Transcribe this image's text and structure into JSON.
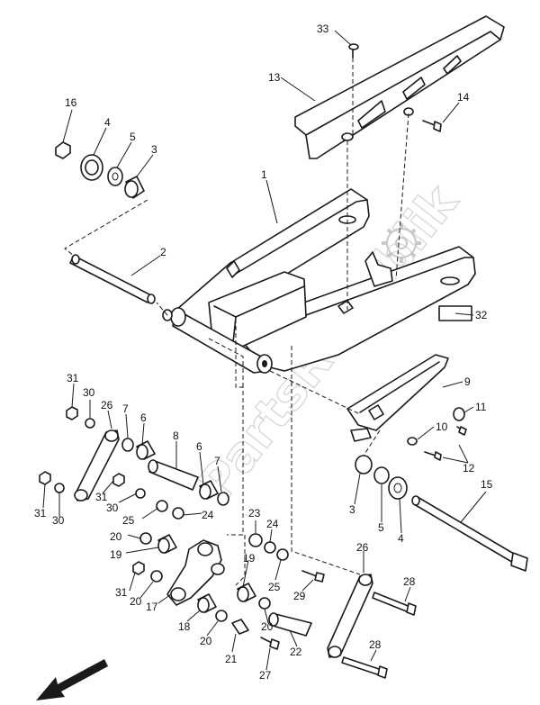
{
  "watermark": "PartsRepublik",
  "callouts": [
    {
      "id": "c33",
      "text": "33"
    },
    {
      "id": "c13",
      "text": "13"
    },
    {
      "id": "c14",
      "text": "14"
    },
    {
      "id": "c16",
      "text": "16"
    },
    {
      "id": "c4a",
      "text": "4"
    },
    {
      "id": "c5a",
      "text": "5"
    },
    {
      "id": "c3a",
      "text": "3"
    },
    {
      "id": "c1",
      "text": "1"
    },
    {
      "id": "c2",
      "text": "2"
    },
    {
      "id": "c32",
      "text": "32"
    },
    {
      "id": "c9",
      "text": "9"
    },
    {
      "id": "c11",
      "text": "11"
    },
    {
      "id": "c10",
      "text": "10"
    },
    {
      "id": "c12",
      "text": "12"
    },
    {
      "id": "c31a",
      "text": "31"
    },
    {
      "id": "c30a",
      "text": "30"
    },
    {
      "id": "c26a",
      "text": "26"
    },
    {
      "id": "c7a",
      "text": "7"
    },
    {
      "id": "c6a",
      "text": "6"
    },
    {
      "id": "c8",
      "text": "8"
    },
    {
      "id": "c6b",
      "text": "6"
    },
    {
      "id": "c7b",
      "text": "7"
    },
    {
      "id": "c31b",
      "text": "31"
    },
    {
      "id": "c30b",
      "text": "30"
    },
    {
      "id": "c31c",
      "text": "31"
    },
    {
      "id": "c30c",
      "text": "30"
    },
    {
      "id": "c25a",
      "text": "25"
    },
    {
      "id": "c24a",
      "text": "24"
    },
    {
      "id": "c20a",
      "text": "20"
    },
    {
      "id": "c19a",
      "text": "19"
    },
    {
      "id": "c31d",
      "text": "31"
    },
    {
      "id": "c20b",
      "text": "20"
    },
    {
      "id": "c17",
      "text": "17"
    },
    {
      "id": "c18",
      "text": "18"
    },
    {
      "id": "c20c",
      "text": "20"
    },
    {
      "id": "c21",
      "text": "21"
    },
    {
      "id": "c23",
      "text": "23"
    },
    {
      "id": "c24b",
      "text": "24"
    },
    {
      "id": "c19b",
      "text": "19"
    },
    {
      "id": "c25b",
      "text": "25"
    },
    {
      "id": "c29",
      "text": "29"
    },
    {
      "id": "c20d",
      "text": "20"
    },
    {
      "id": "c22",
      "text": "22"
    },
    {
      "id": "c27",
      "text": "27"
    },
    {
      "id": "c3b",
      "text": "3"
    },
    {
      "id": "c5b",
      "text": "5"
    },
    {
      "id": "c4b",
      "text": "4"
    },
    {
      "id": "c15",
      "text": "15"
    },
    {
      "id": "c26b",
      "text": "26"
    },
    {
      "id": "c28a",
      "text": "28"
    },
    {
      "id": "c28b",
      "text": "28"
    }
  ]
}
